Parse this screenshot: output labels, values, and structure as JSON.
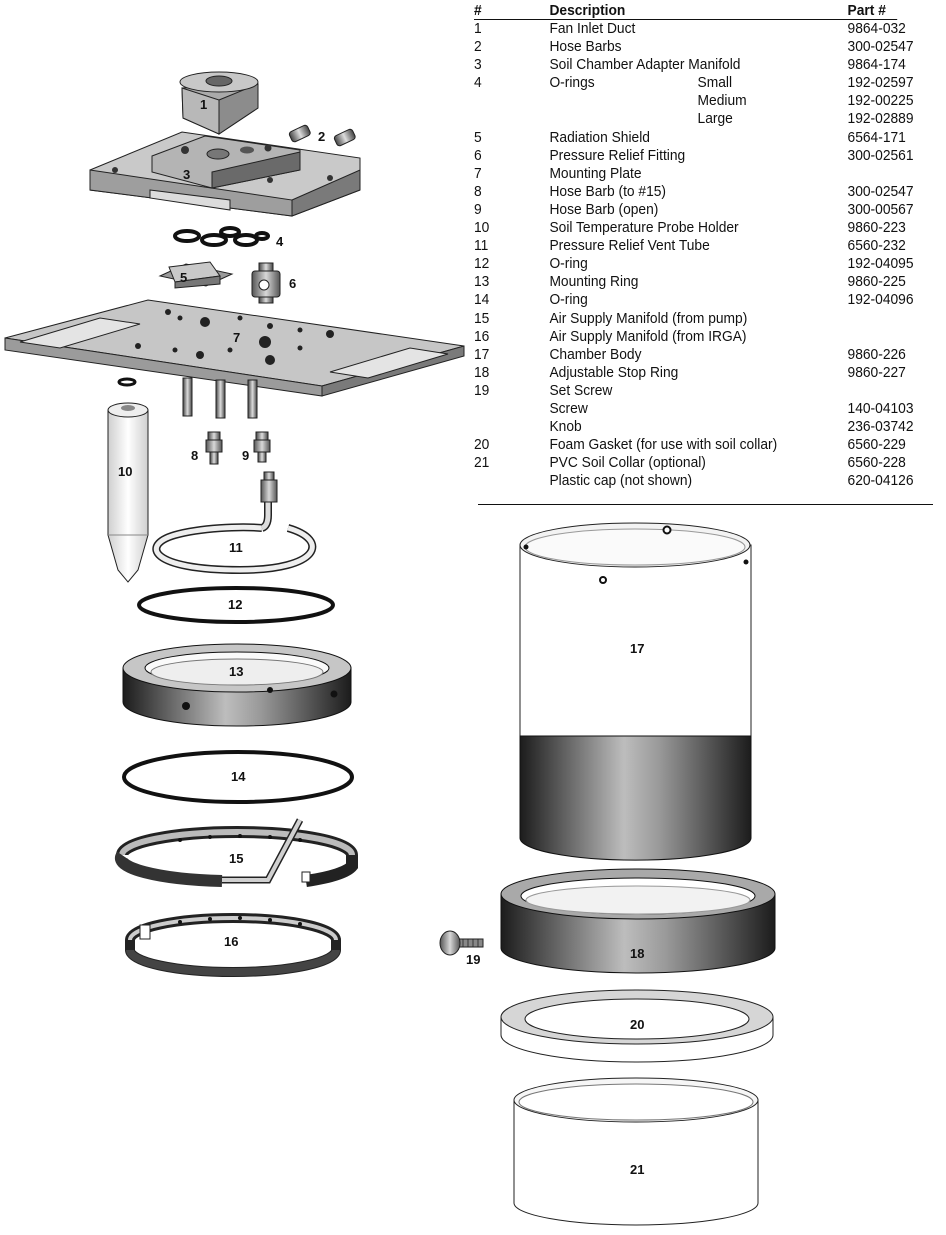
{
  "table": {
    "headers": {
      "num": "#",
      "description": "Description",
      "part": "Part #"
    },
    "rows": [
      {
        "num": "1",
        "description": "Fan Inlet Duct",
        "sub": "",
        "part": "9864-032"
      },
      {
        "num": "2",
        "description": "Hose Barbs",
        "sub": "",
        "part": "300-02547"
      },
      {
        "num": "3",
        "description": "Soil Chamber Adapter Manifold",
        "sub": "",
        "part": "9864-174"
      },
      {
        "num": "4",
        "description": "O-rings",
        "sub": "Small",
        "part": "192-02597"
      },
      {
        "num": "",
        "description": "",
        "sub": "Medium",
        "part": "192-00225"
      },
      {
        "num": "",
        "description": "",
        "sub": "Large",
        "part": "192-02889"
      },
      {
        "num": "5",
        "description": "Radiation Shield",
        "sub": "",
        "part": "6564-171"
      },
      {
        "num": "6",
        "description": "Pressure Relief Fitting",
        "sub": "",
        "part": "300-02561"
      },
      {
        "num": "7",
        "description": "Mounting Plate",
        "sub": "",
        "part": ""
      },
      {
        "num": "8",
        "description": "Hose Barb (to #15)",
        "sub": "",
        "part": "300-02547"
      },
      {
        "num": "9",
        "description": "Hose Barb (open)",
        "sub": "",
        "part": "300-00567"
      },
      {
        "num": "10",
        "description": "Soil Temperature Probe Holder",
        "sub": "",
        "part": "9860-223"
      },
      {
        "num": "11",
        "description": "Pressure Relief Vent Tube",
        "sub": "",
        "part": "6560-232"
      },
      {
        "num": "12",
        "description": "O-ring",
        "sub": "",
        "part": "192-04095"
      },
      {
        "num": "13",
        "description": "Mounting Ring",
        "sub": "",
        "part": "9860-225"
      },
      {
        "num": "14",
        "description": "O-ring",
        "sub": "",
        "part": "192-04096"
      },
      {
        "num": "15",
        "description": "Air Supply Manifold (from pump)",
        "sub": "",
        "part": ""
      },
      {
        "num": "16",
        "description": "Air Supply Manifold (from IRGA)",
        "sub": "",
        "part": ""
      },
      {
        "num": "17",
        "description": "Chamber Body",
        "sub": "",
        "part": "9860-226"
      },
      {
        "num": "18",
        "description": "Adjustable Stop Ring",
        "sub": "",
        "part": "9860-227"
      },
      {
        "num": "19",
        "description": "Set Screw",
        "sub": "",
        "part": ""
      },
      {
        "num": "",
        "description": "Screw",
        "sub": "",
        "part": "140-04103"
      },
      {
        "num": "",
        "description": "Knob",
        "sub": "",
        "part": "236-03742"
      },
      {
        "num": "20",
        "description": "Foam Gasket (for use with soil collar)",
        "sub": "",
        "part": "6560-229"
      },
      {
        "num": "21",
        "description": "PVC Soil Collar (optional)",
        "sub": "",
        "part": "6560-228"
      },
      {
        "num": "",
        "description": "Plastic cap (not shown)",
        "sub": "",
        "part": "620-04126"
      }
    ]
  },
  "callouts": {
    "c1": "1",
    "c2": "2",
    "c3": "3",
    "c4": "4",
    "c5": "5",
    "c6": "6",
    "c7": "7",
    "c8": "8",
    "c9": "9",
    "c10": "10",
    "c11": "11",
    "c12": "12",
    "c13": "13",
    "c14": "14",
    "c15": "15",
    "c16": "16",
    "c17": "17",
    "c18": "18",
    "c19": "19",
    "c20": "20",
    "c21": "21"
  }
}
